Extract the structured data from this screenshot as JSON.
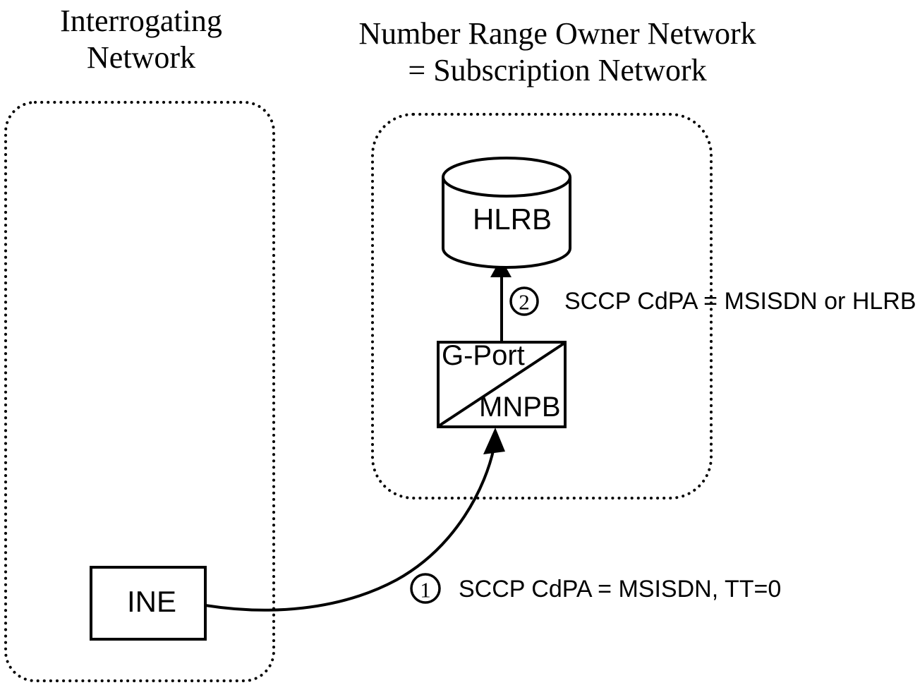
{
  "diagram": {
    "titles": {
      "interrogating_line1": "Interrogating",
      "interrogating_line2": "Network",
      "owner_line1": "Number Range Owner Network",
      "owner_line2": "= Subscription Network"
    },
    "nodes": {
      "hlrb": "HLRB",
      "gport": "G-Port",
      "mnpb": "MNPB",
      "ine": "INE"
    },
    "steps": [
      {
        "number": "1",
        "label": "SCCP CdPA = MSISDN, TT=0"
      },
      {
        "number": "2",
        "label": "SCCP CdPA = MSISDN or HLRB"
      }
    ],
    "colors": {
      "line": "#000000",
      "background": "#ffffff"
    }
  }
}
